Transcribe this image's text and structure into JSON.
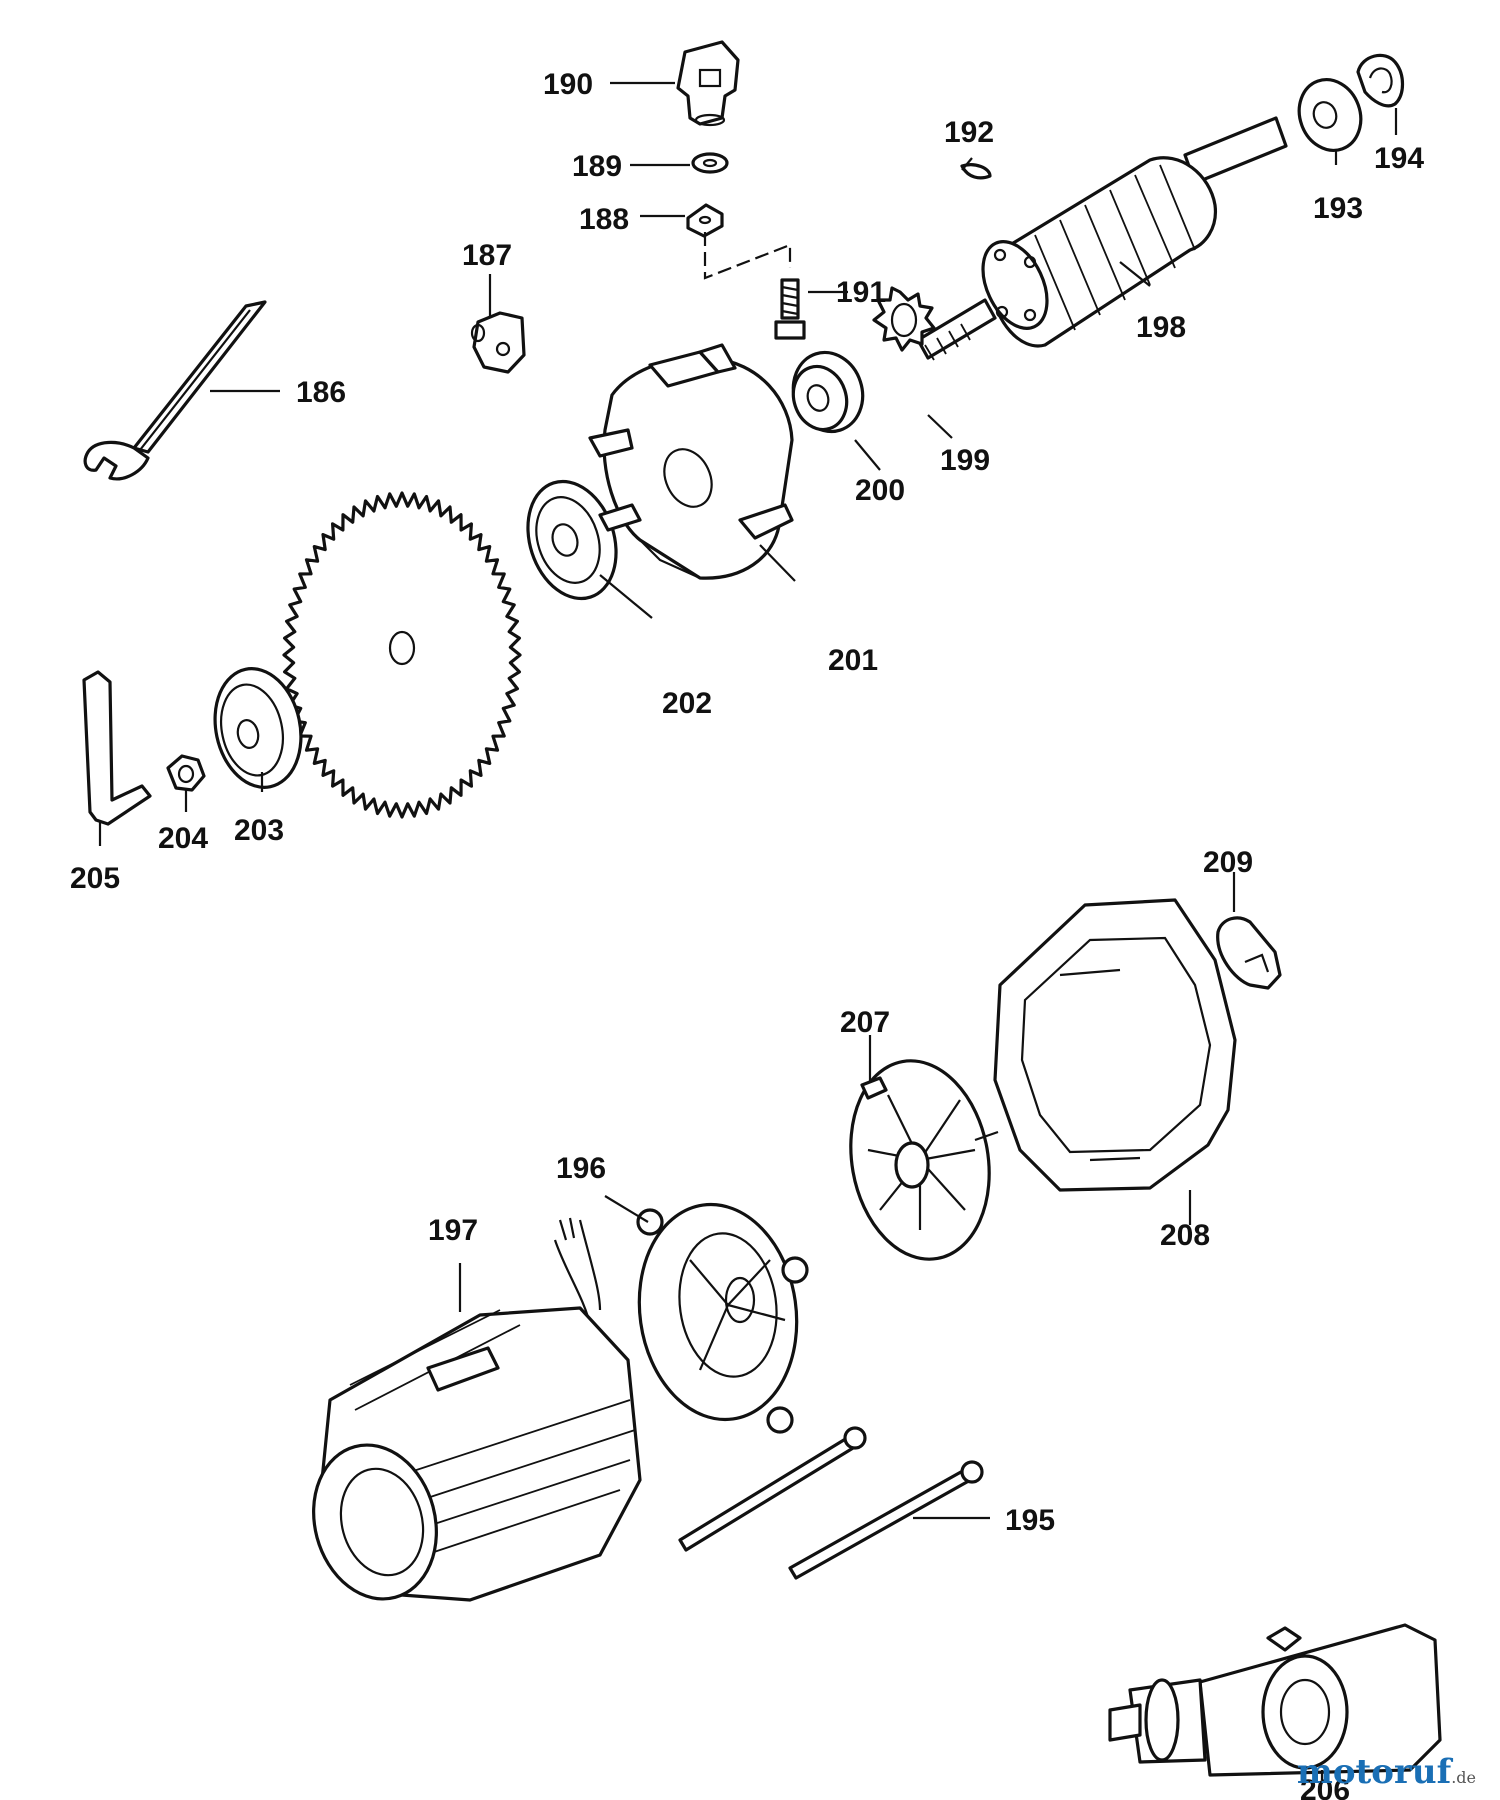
{
  "parts": [
    {
      "id": "p186",
      "number": "186"
    },
    {
      "id": "p187",
      "number": "187"
    },
    {
      "id": "p188",
      "number": "188"
    },
    {
      "id": "p189",
      "number": "189"
    },
    {
      "id": "p190",
      "number": "190"
    },
    {
      "id": "p191",
      "number": "191"
    },
    {
      "id": "p192",
      "number": "192"
    },
    {
      "id": "p193",
      "number": "193"
    },
    {
      "id": "p194",
      "number": "194"
    },
    {
      "id": "p195",
      "number": "195"
    },
    {
      "id": "p196",
      "number": "196"
    },
    {
      "id": "p197",
      "number": "197"
    },
    {
      "id": "p198",
      "number": "198"
    },
    {
      "id": "p199",
      "number": "199"
    },
    {
      "id": "p200",
      "number": "200"
    },
    {
      "id": "p201",
      "number": "201"
    },
    {
      "id": "p202",
      "number": "202"
    },
    {
      "id": "p203",
      "number": "203"
    },
    {
      "id": "p204",
      "number": "204"
    },
    {
      "id": "p205",
      "number": "205"
    },
    {
      "id": "p206",
      "number": "206"
    },
    {
      "id": "p207",
      "number": "207"
    },
    {
      "id": "p208",
      "number": "208"
    },
    {
      "id": "p209",
      "number": "209"
    }
  ],
  "watermark": {
    "text": "motoruf",
    "tld": ".de",
    "color": "#1a6fb5"
  }
}
